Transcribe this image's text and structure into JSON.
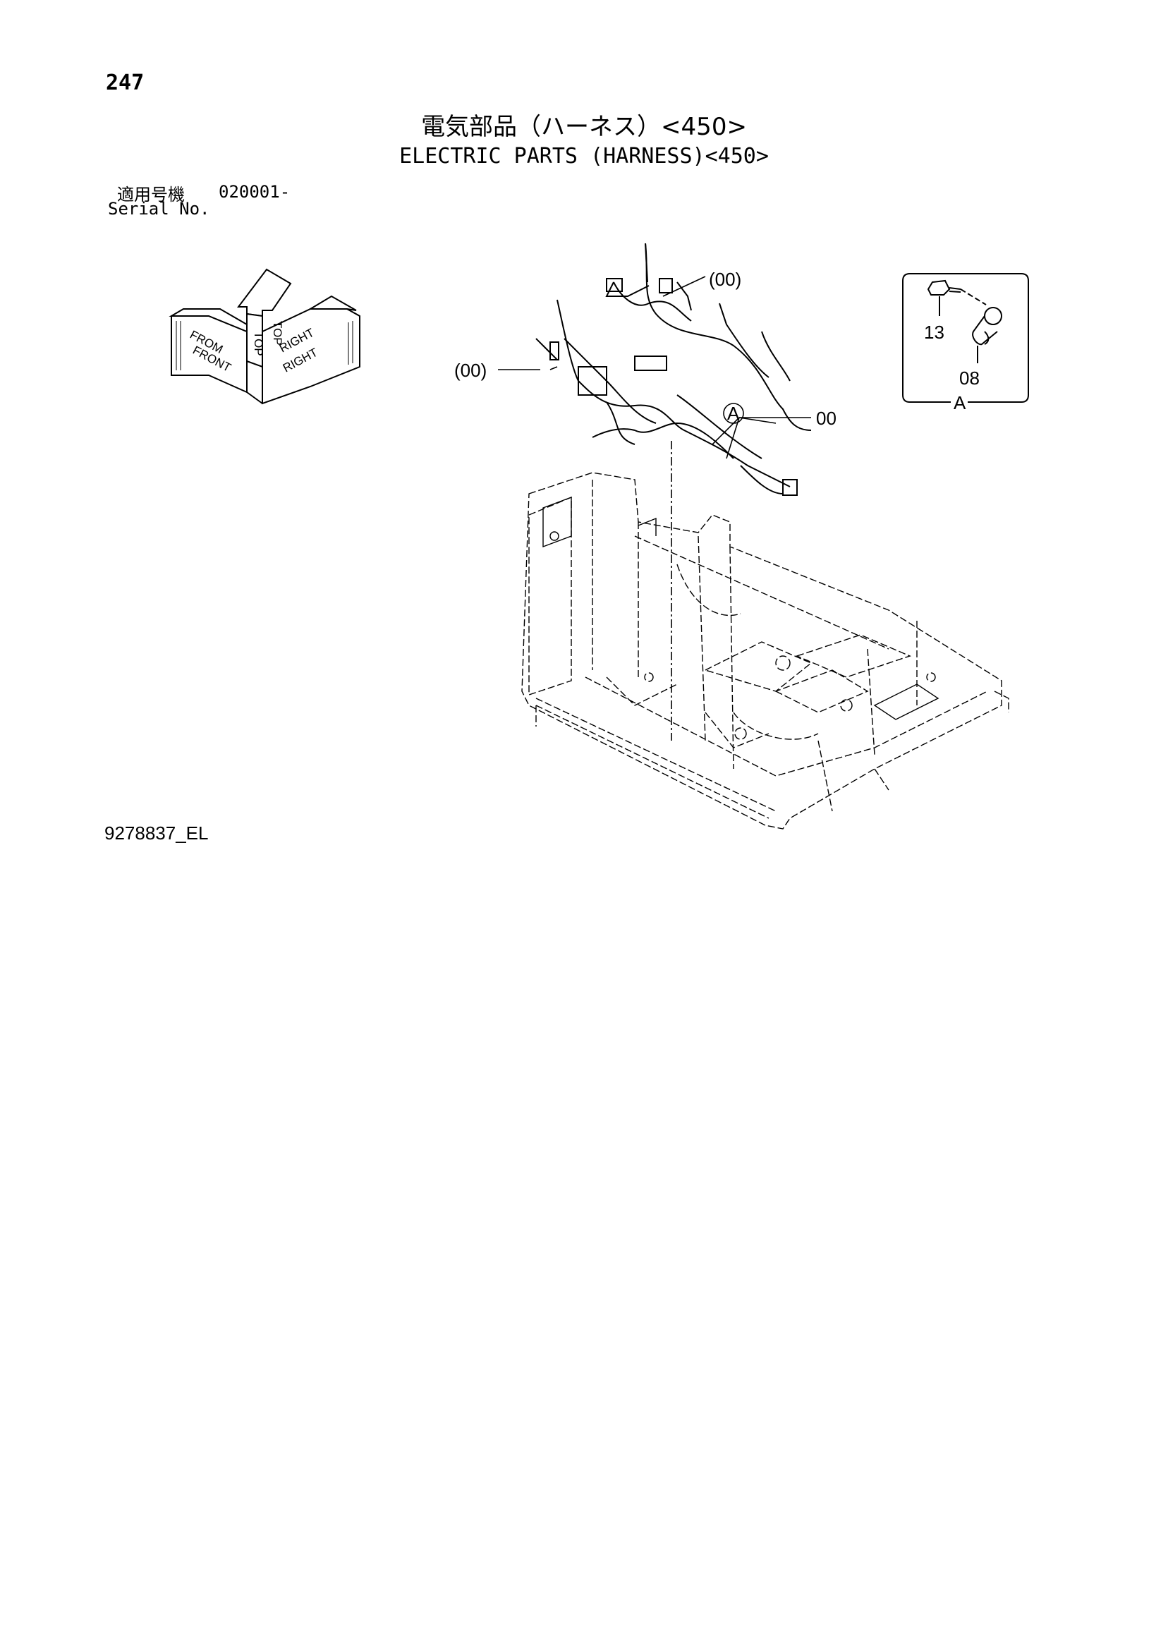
{
  "page": {
    "number": "247",
    "title_jp": "電気部品（ハーネス）<450>",
    "title_en": "ELECTRIC PARTS (HARNESS)<450>",
    "serial_label_jp": "適用号機",
    "serial_range": "020001-",
    "serial_label_en": "Serial No.",
    "drawing_id": "9278837_EL"
  },
  "orientation_indicator": {
    "top": "TOP",
    "right": "RIGHT",
    "front": "FRONT",
    "from_top": "TOP",
    "from_right": "RIGHT",
    "from_front": "FROM"
  },
  "callouts": {
    "upper_harness": "(00)",
    "left_harness": "(00)",
    "main_harness": "00",
    "detail_marker": "A"
  },
  "detail_a": {
    "part_bolt": "13",
    "part_clamp": "08",
    "label": "A"
  }
}
